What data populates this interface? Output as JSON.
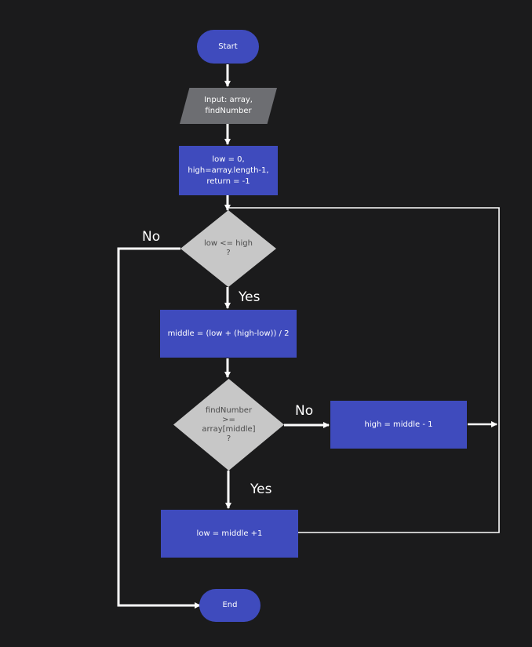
{
  "diagram": {
    "nodes": {
      "start": "Start",
      "input": "Input: array,\nfindNumber",
      "init": "low = 0,\nhigh=array.length-1,\nreturn = -1",
      "cond1": "low <= high\n?",
      "middle": "middle = (low + (high-low)) / 2",
      "cond2": "findNumber\n>=\narray[middle]\n?",
      "high_update": "high = middle - 1",
      "low_update": "low = middle +1",
      "end": "End"
    },
    "edge_labels": {
      "cond1_no": "No",
      "cond1_yes": "Yes",
      "cond2_no": "No",
      "cond2_yes": "Yes"
    },
    "colors": {
      "background": "#1b1b1c",
      "process": "#3f4bbd",
      "io": "#6d6e72",
      "decision": "#c7c7c7",
      "connector": "#ffffff"
    }
  }
}
